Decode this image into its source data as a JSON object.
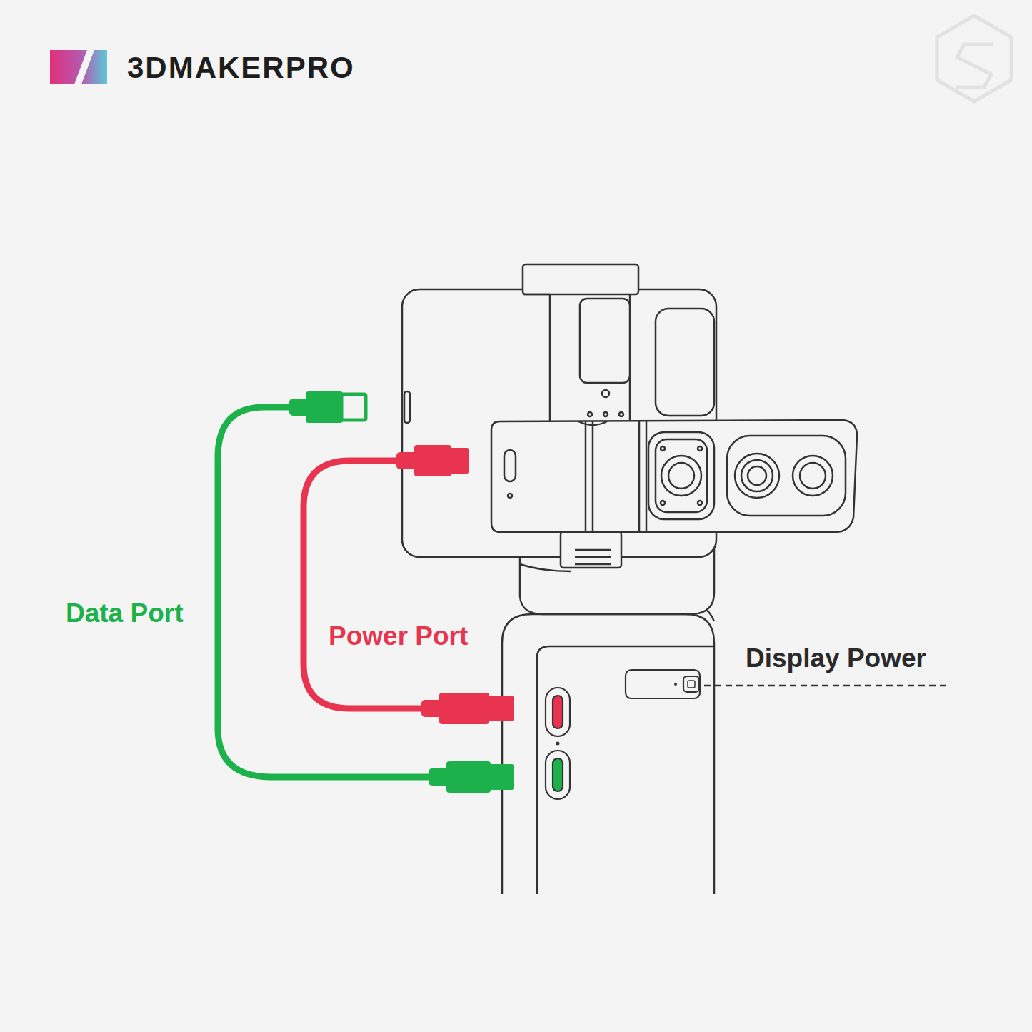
{
  "diagram": {
    "labels": [
      "3DMAKERPRO",
      "Data Port",
      "Power Port",
      "Display Power"
    ]
  }
}
